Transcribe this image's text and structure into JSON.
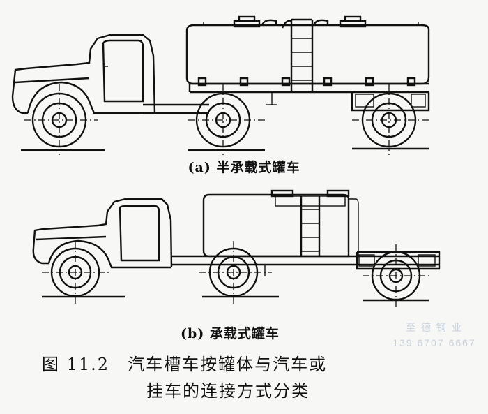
{
  "figure": {
    "caption_a": "(a) 半承载式罐车",
    "caption_b": "(b) 承载式罐车",
    "title_number": "图 11.2",
    "title_line1": "汽车槽车按罐体与汽车或",
    "title_line2": "挂车的连接方式分类"
  },
  "watermark": {
    "line1": "至 德 钢 业",
    "line2": "139 6707 6667"
  }
}
